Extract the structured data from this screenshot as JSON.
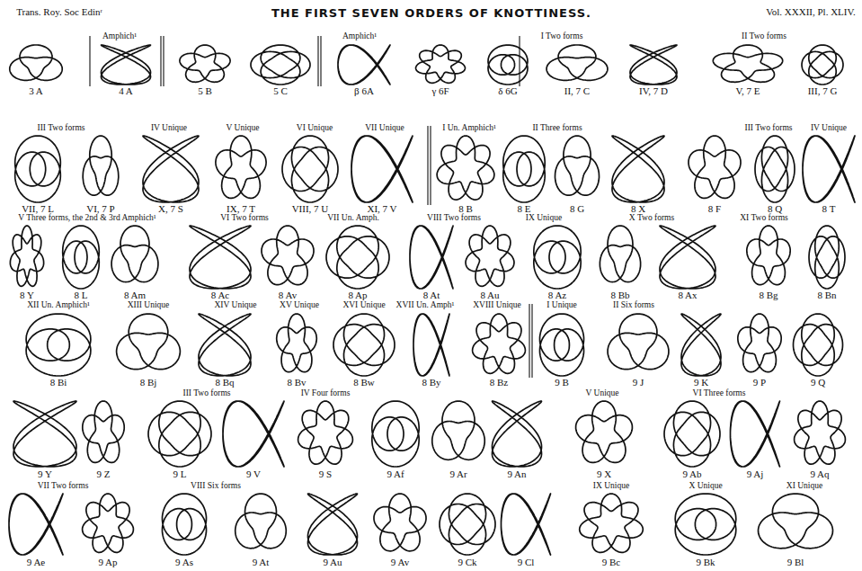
{
  "diagram": {
    "title": "THE FIRST SEVEN ORDERS OF KNOTTINESS.",
    "labels": [
      "Trans. Roy. Soc Edinʳ",
      "Vol. XXXII, Pl. XLIV.",
      "Amphich¹",
      "Amphich¹",
      "I Two forms",
      "II Two forms",
      "3 A",
      "4 A",
      "5 B",
      "5 C",
      "β 6A",
      "γ 6F",
      "δ 6G",
      "II, 7 C",
      "IV, 7 D",
      "V, 7 E",
      "III, 7 G",
      "III Two forms",
      "IV Unique",
      "V Unique",
      "VI Unique",
      "VII Unique",
      "I Un. Amphich¹",
      "II Three forms",
      "III Two forms",
      "IV Unique",
      "VII, 7 L",
      "VI, 7 P",
      "X, 7 S",
      "IX, 7 T",
      "VIII, 7 U",
      "XI, 7 V",
      "8 B",
      "8 E",
      "8 G",
      "8 X",
      "8 F",
      "8 Q",
      "8 T",
      "V Three forms, the 2nd & 3rd Amphich¹",
      "VI Two forms",
      "VII Un. Amph.",
      "VIII Two forms",
      "IX Unique",
      "X Two forms",
      "XI Two forms",
      "8 Y",
      "8 L",
      "8 Am",
      "8 Ac",
      "8 Av",
      "8 Ap",
      "8 At",
      "8 Au",
      "8 Az",
      "8 Bb",
      "8 Ax",
      "8 Bg",
      "8 Bn",
      "XII Un. Amphich¹",
      "XIII Unique",
      "XIV Unique",
      "XV Unique",
      "XVI Unique",
      "XVII Un. Amph¹",
      "XVIII Unique",
      "I Unique",
      "II Six forms",
      "8 Bi",
      "8 Bj",
      "8 Bq",
      "8 Bv",
      "8 Bw",
      "8 By",
      "8 Bz",
      "9 B",
      "9 J",
      "9 K",
      "9 P",
      "9 Q",
      "III Two forms",
      "IV Four forms",
      "V Unique",
      "VI Three forms",
      "9 Y",
      "9 Z",
      "9 L",
      "9 V",
      "9 S",
      "9 Af",
      "9 Ar",
      "9 An",
      "9 X",
      "9 Ab",
      "9 Aj",
      "9 Aq",
      "VII Two forms",
      "VIII Six forms",
      "IX Unique",
      "X Unique",
      "XI Unique",
      "9 Ae",
      "9 Ap",
      "9 As",
      "9 At",
      "9 Au",
      "9 Av",
      "9 Ck",
      "9 Cl",
      "9 Bc",
      "9 Bk",
      "9 Bl"
    ]
  }
}
